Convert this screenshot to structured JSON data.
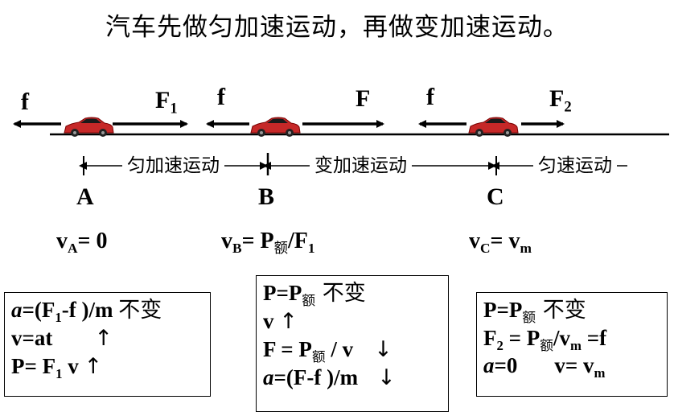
{
  "title": "汽车先做匀加速运动，再做变加速运动。",
  "forces": {
    "f_A": "f",
    "F_A": "F",
    "F_A_sub": "1",
    "f_B": "f",
    "F_B": "F",
    "f_C": "f",
    "F_C": "F",
    "F_C_sub": "2"
  },
  "stages": {
    "stage1": "匀加速运动",
    "stage2": "变加速运动",
    "stage3": "匀速运动"
  },
  "points": {
    "A": "A",
    "B": "B",
    "C": "C"
  },
  "velocities": {
    "vA": {
      "v": "v",
      "sub": "A",
      "rest": "= 0"
    },
    "vB": {
      "v": "v",
      "sub": "B",
      "eq": "= P",
      "sub2": "额",
      "rest": "/F",
      "sub3": "1"
    },
    "vC": {
      "v": "v",
      "sub": "C",
      "eq": "= v",
      "sub2": "m"
    }
  },
  "box1": {
    "r1_a": "a",
    "r1_b": "=(F",
    "r1_sub": "1",
    "r1_c": "-f )/m ",
    "r1_cn": "不变",
    "r2_a": "v=at",
    "r2_arrow": "↑",
    "r3_a": "P= F",
    "r3_sub": "1",
    "r3_b": " v ",
    "r3_arrow": "↑"
  },
  "box2": {
    "r1_a": "P=P",
    "r1_sub": "额",
    "r1_cn": " 不变",
    "r2_a": "v ",
    "r2_arrow": "↑",
    "r3_a": "F = P",
    "r3_sub": "额",
    "r3_b": " / v",
    "r3_arrow": "↓",
    "r4_a": "a",
    "r4_b": "=(F-f )/m",
    "r4_arrow": "↓"
  },
  "box3": {
    "r1_a": "P=P",
    "r1_sub": "额",
    "r1_cn": " 不变",
    "r2_a": "F",
    "r2_sub": "2",
    "r2_b": " = P",
    "r2_sub2": "额",
    "r2_c": "/v",
    "r2_sub3": "m",
    "r2_d": " =f",
    "r3_a": "a",
    "r3_b": "=0",
    "r3_c": "v= v",
    "r3_sub": "m"
  },
  "colors": {
    "car_body": "#c62828",
    "car_window": "#1a1a1a",
    "ink": "#000000"
  }
}
